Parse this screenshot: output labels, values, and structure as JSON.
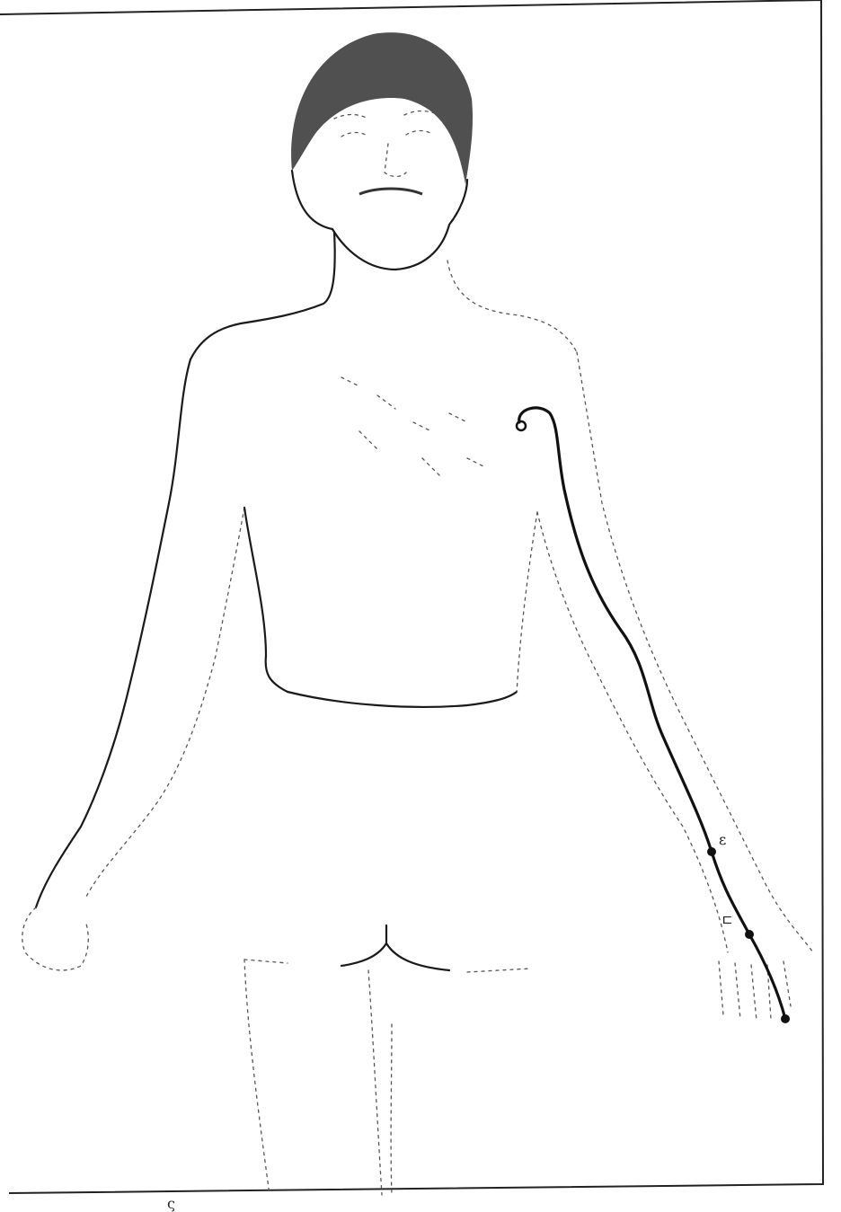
{
  "figure": {
    "point_labels": {
      "upper": "ε",
      "lower": "ㄷ"
    },
    "caption_mark": "ς",
    "colors": {
      "ink": "#111111",
      "background": "#ffffff"
    }
  }
}
